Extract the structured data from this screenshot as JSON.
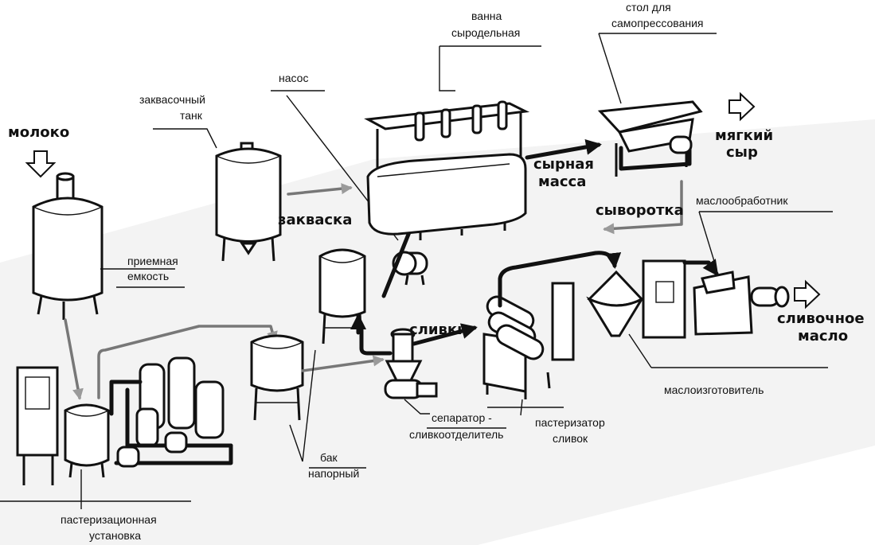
{
  "colors": {
    "ink": "#111111",
    "grey_flow": "#9a9a9a",
    "background": "#ffffff",
    "shade": "#f1f1f1"
  },
  "labels": {
    "milk": "молоко",
    "receiving_tank": [
      "приемная",
      "емкость"
    ],
    "pasteurization_unit": [
      "пастеризационная",
      "установка"
    ],
    "starter_tank": [
      "заквасочный",
      "танк"
    ],
    "pump": "насос",
    "cheese_vat": [
      "ванна",
      "сыродельная"
    ],
    "self_press_table": [
      "стол для",
      "самопрессования"
    ],
    "soft_cheese": [
      "мягкий",
      "сыр"
    ],
    "cheese_mass": [
      "сырная",
      "масса"
    ],
    "whey": "сыворотка",
    "starter": "закваска",
    "cream": "сливки",
    "butter_worker": "маслообработник",
    "butter": [
      "сливочное",
      "масло"
    ],
    "butter_maker": "маслоизготовитель",
    "cream_pasteurizer": [
      "пастеризатор",
      "сливок"
    ],
    "separator": [
      "сепаратор -",
      "сливкоотделитель"
    ],
    "head_tank": [
      "бак",
      "напорный"
    ]
  },
  "icons": [
    "outline-arrow-down-icon",
    "outline-arrow-right-icon"
  ]
}
